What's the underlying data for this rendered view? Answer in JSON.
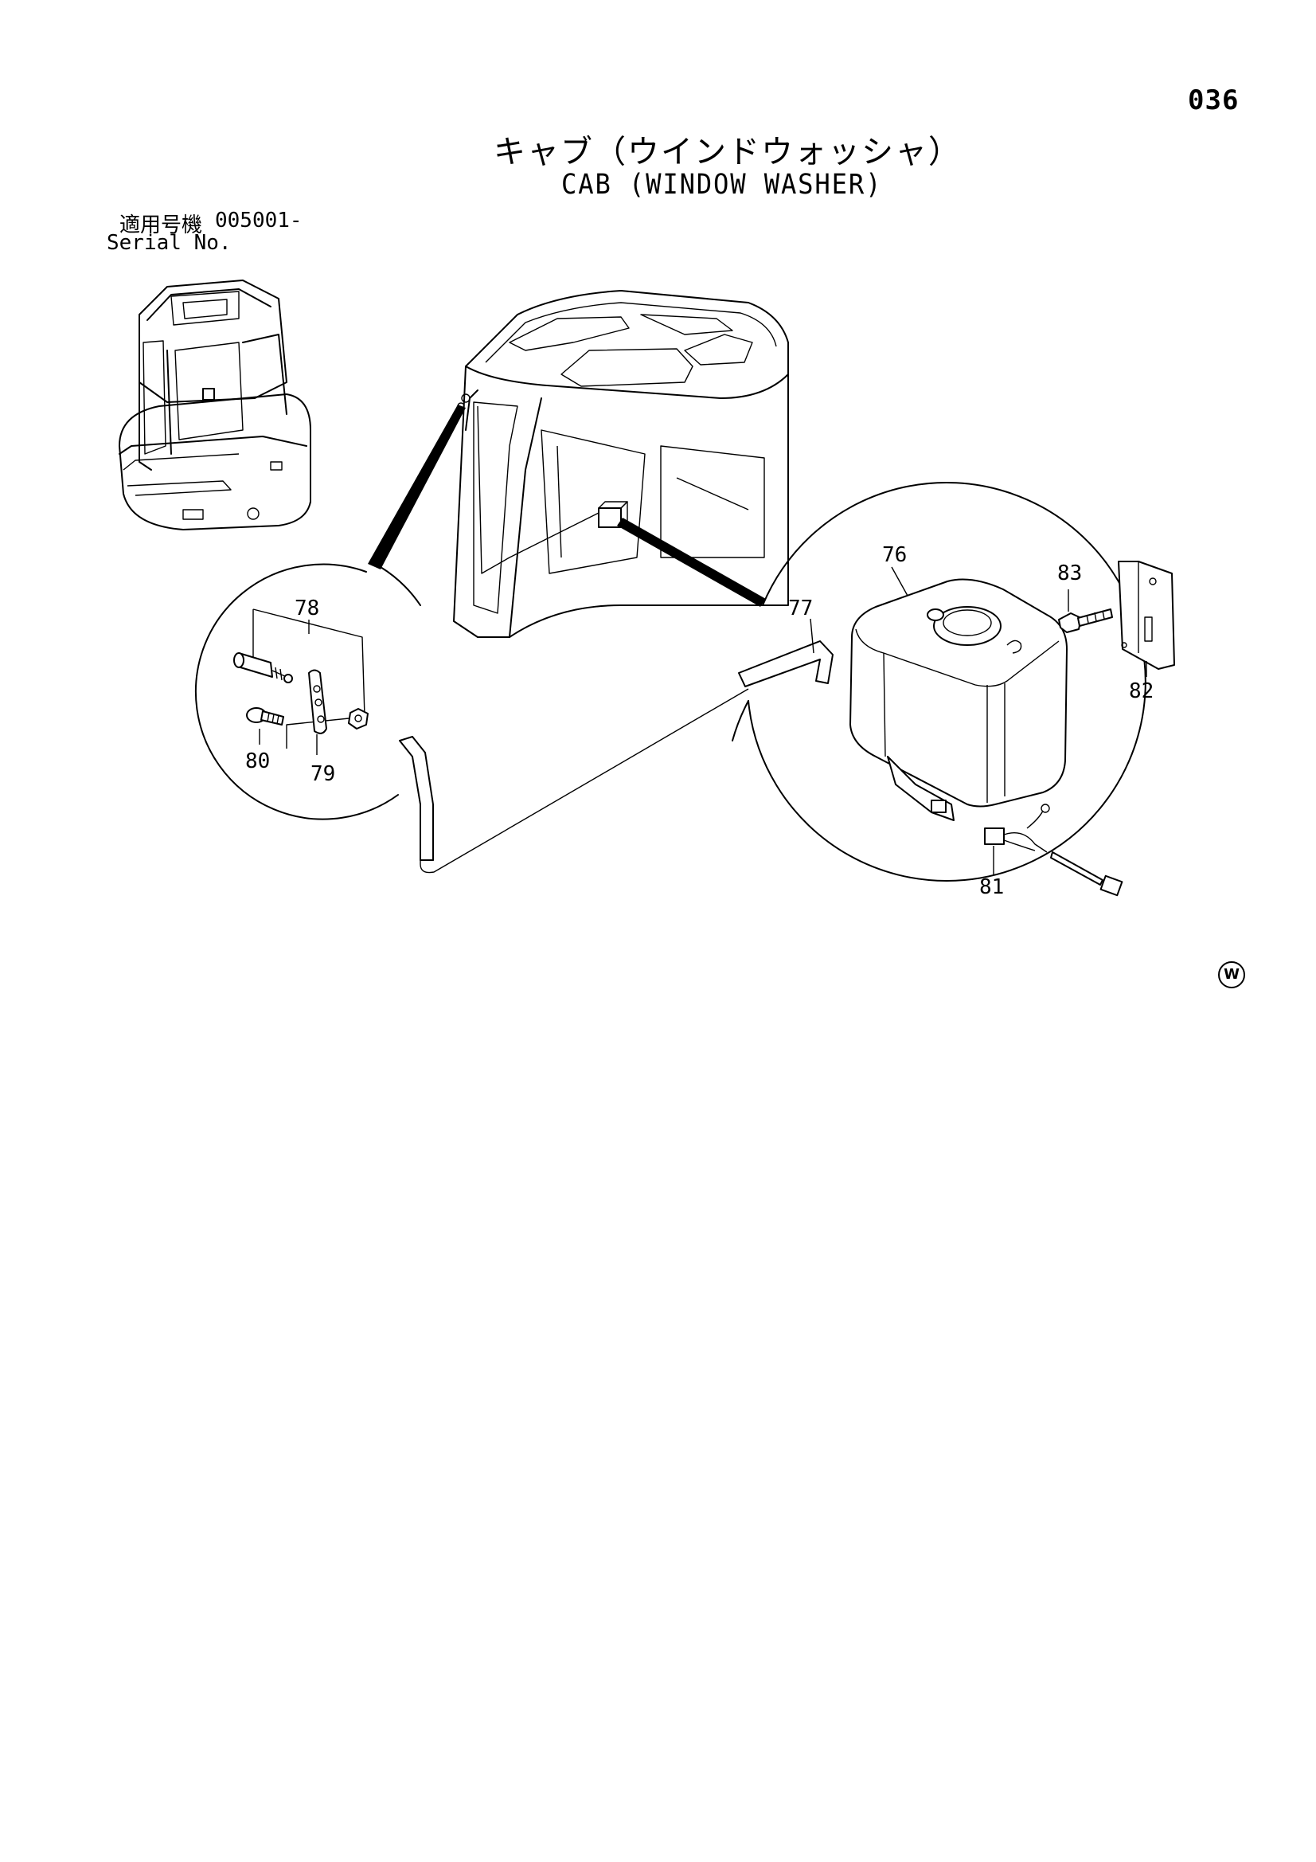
{
  "page_number": "036",
  "title_japanese": "キャブ（ウインドウォッシャ）",
  "title_english": "CAB (WINDOW WASHER)",
  "serial": {
    "label_japanese": "適用号機",
    "code": "005001-",
    "label_english": "Serial No."
  },
  "callouts": {
    "c76": "76",
    "c77": "77",
    "c78": "78",
    "c79": "79",
    "c80": "80",
    "c81": "81",
    "c82": "82",
    "c83": "83"
  },
  "corner_mark": "W"
}
